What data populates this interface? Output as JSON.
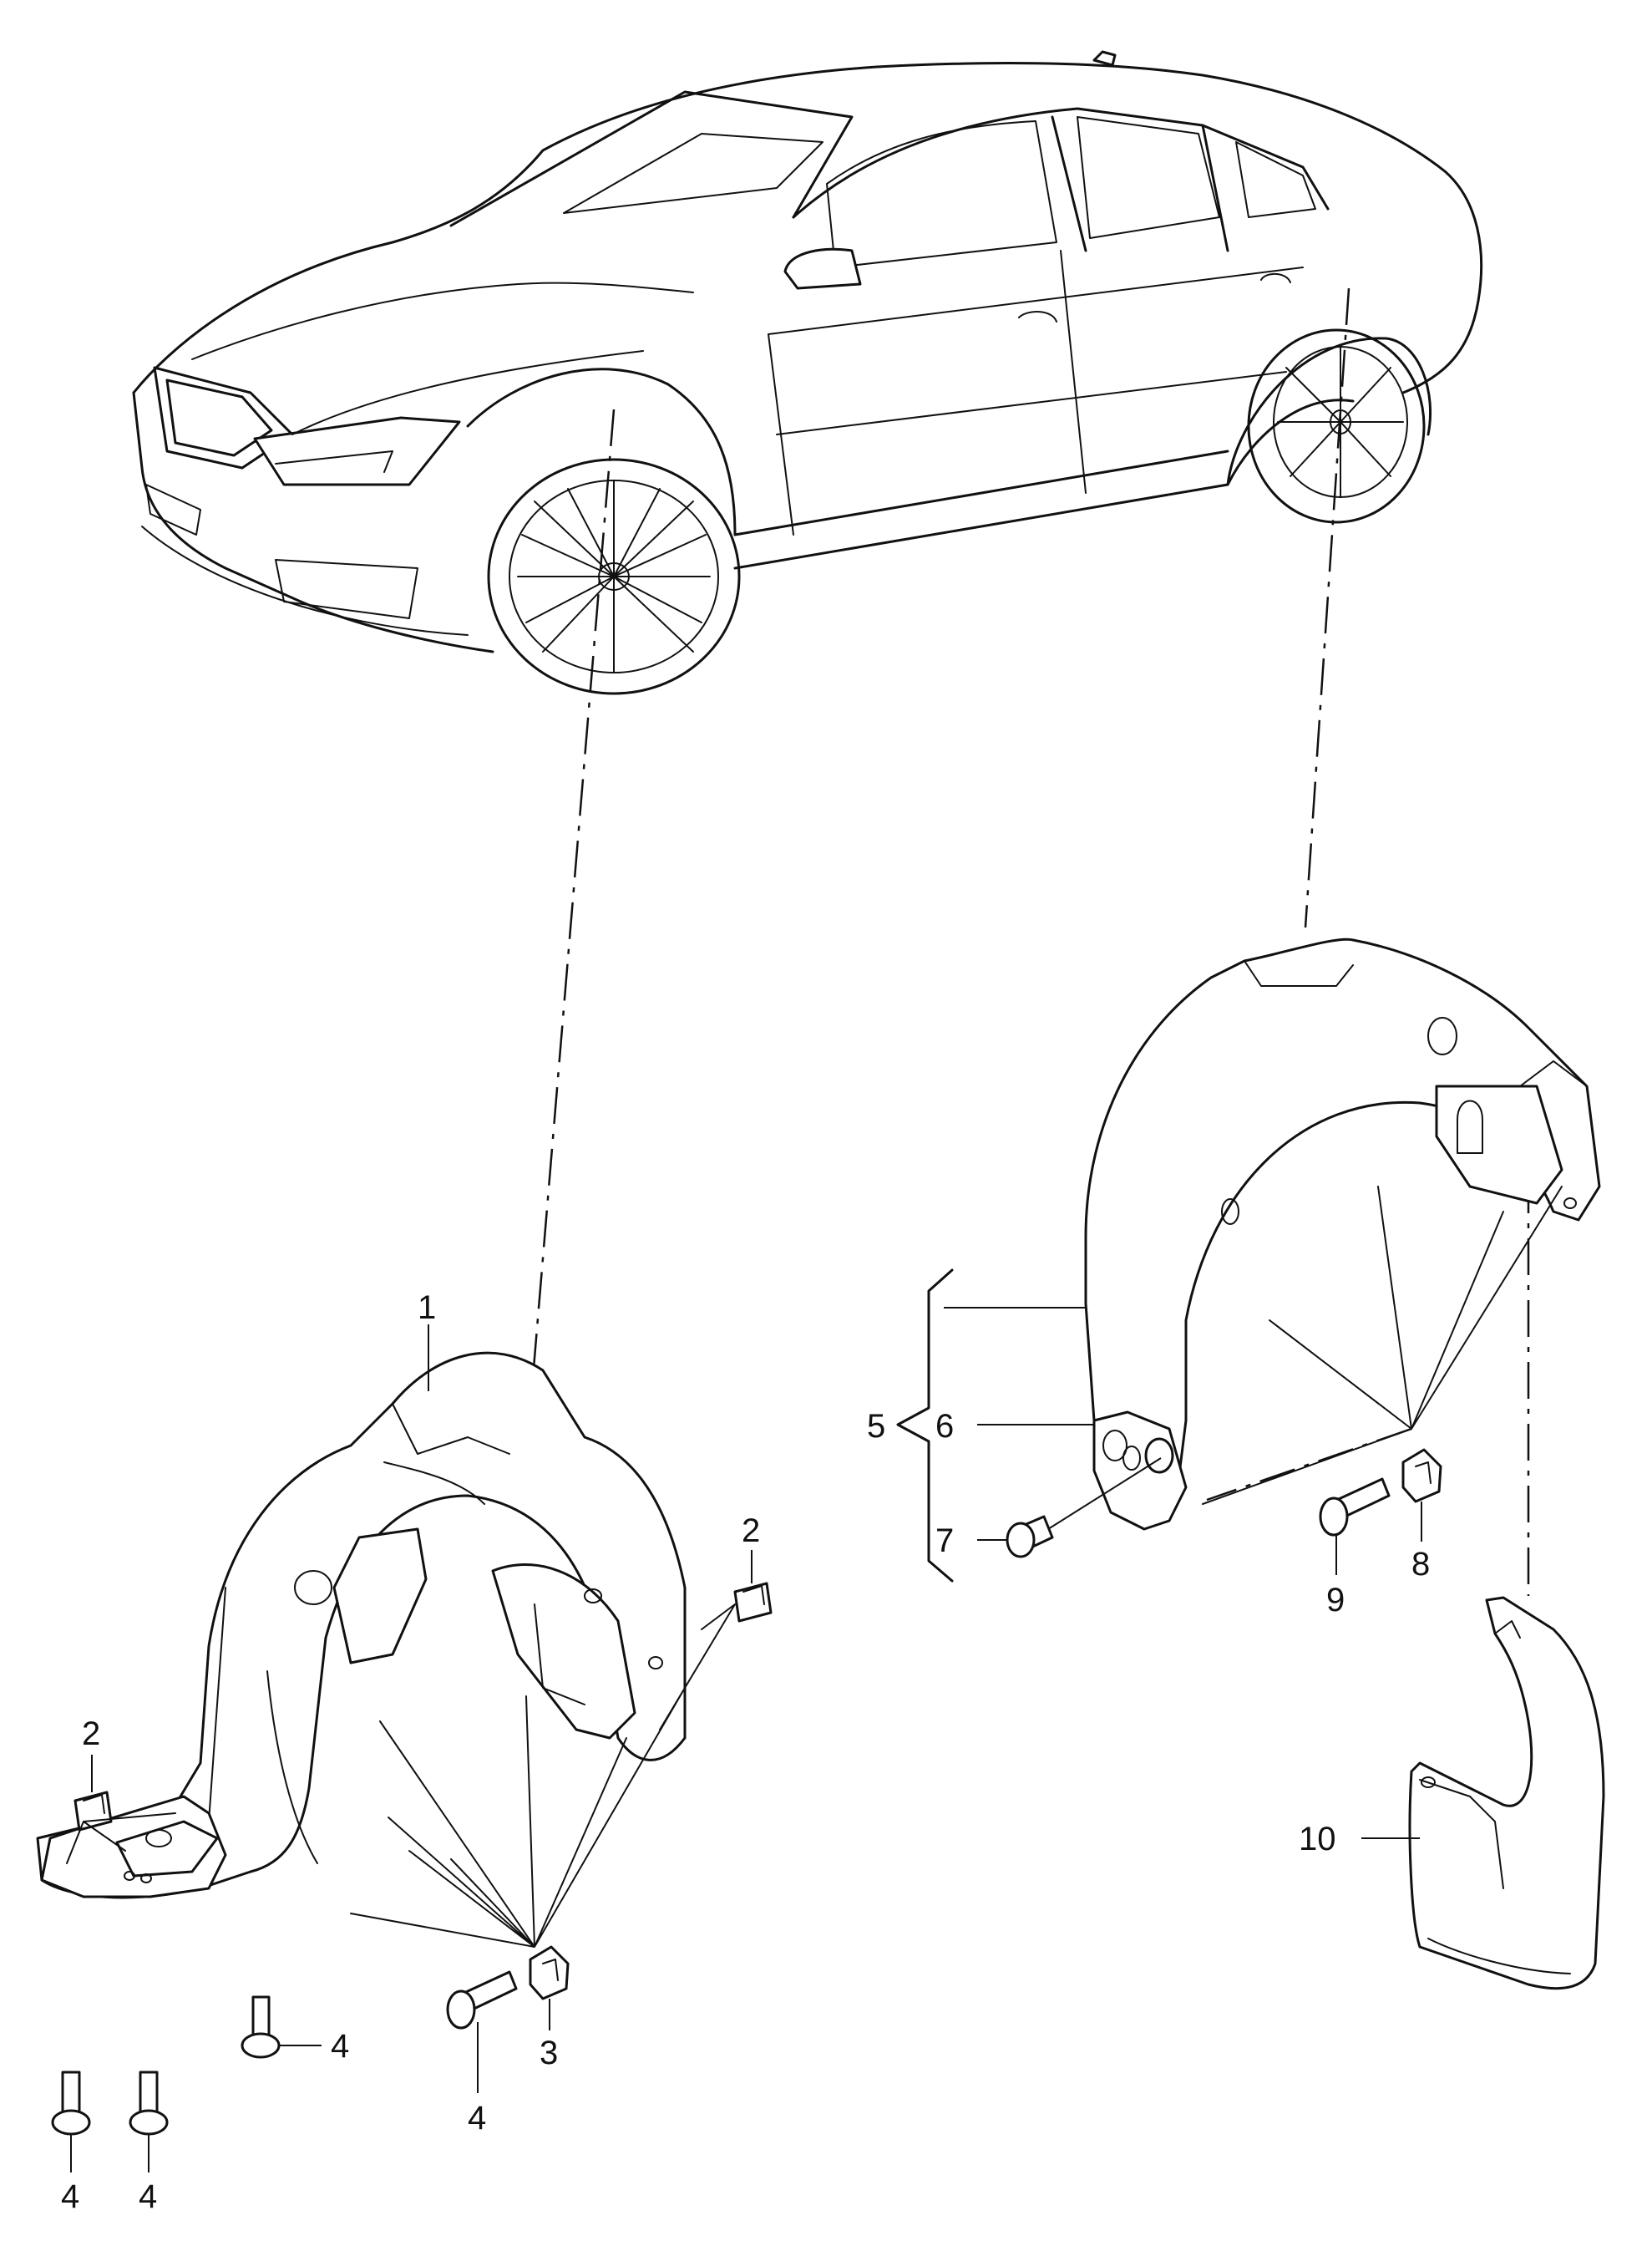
{
  "callouts": {
    "c1": "1",
    "c2a": "2",
    "c2b": "2",
    "c3": "3",
    "c4a": "4",
    "c4b": "4",
    "c4c": "4",
    "c4d": "4",
    "c5": "5",
    "c6": "6",
    "c7": "7",
    "c8": "8",
    "c9": "9",
    "c10": "10"
  },
  "colors": {
    "line": "#111111",
    "background": "#ffffff"
  }
}
